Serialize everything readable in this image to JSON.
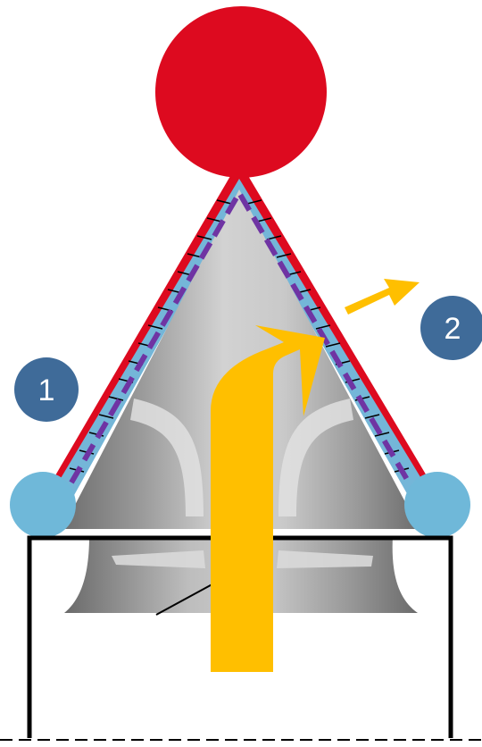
{
  "markers": [
    {
      "id": "marker-1",
      "label": "1"
    },
    {
      "id": "marker-2",
      "label": "2"
    }
  ],
  "colors": {
    "top_ball": "#dd0a1f",
    "red_layer": "#dd0a1f",
    "blue_layer": "#74b6d8",
    "dashed_line": "#6f34a3",
    "edge_balls": "#6fb8d9",
    "arrow": "#ffbf00",
    "marker_badge": "#3f6b99",
    "outline": "#000000"
  },
  "icons": {
    "flow_arrow": "yellow-flow-arrow",
    "badge": "numbered-circle-badge"
  }
}
